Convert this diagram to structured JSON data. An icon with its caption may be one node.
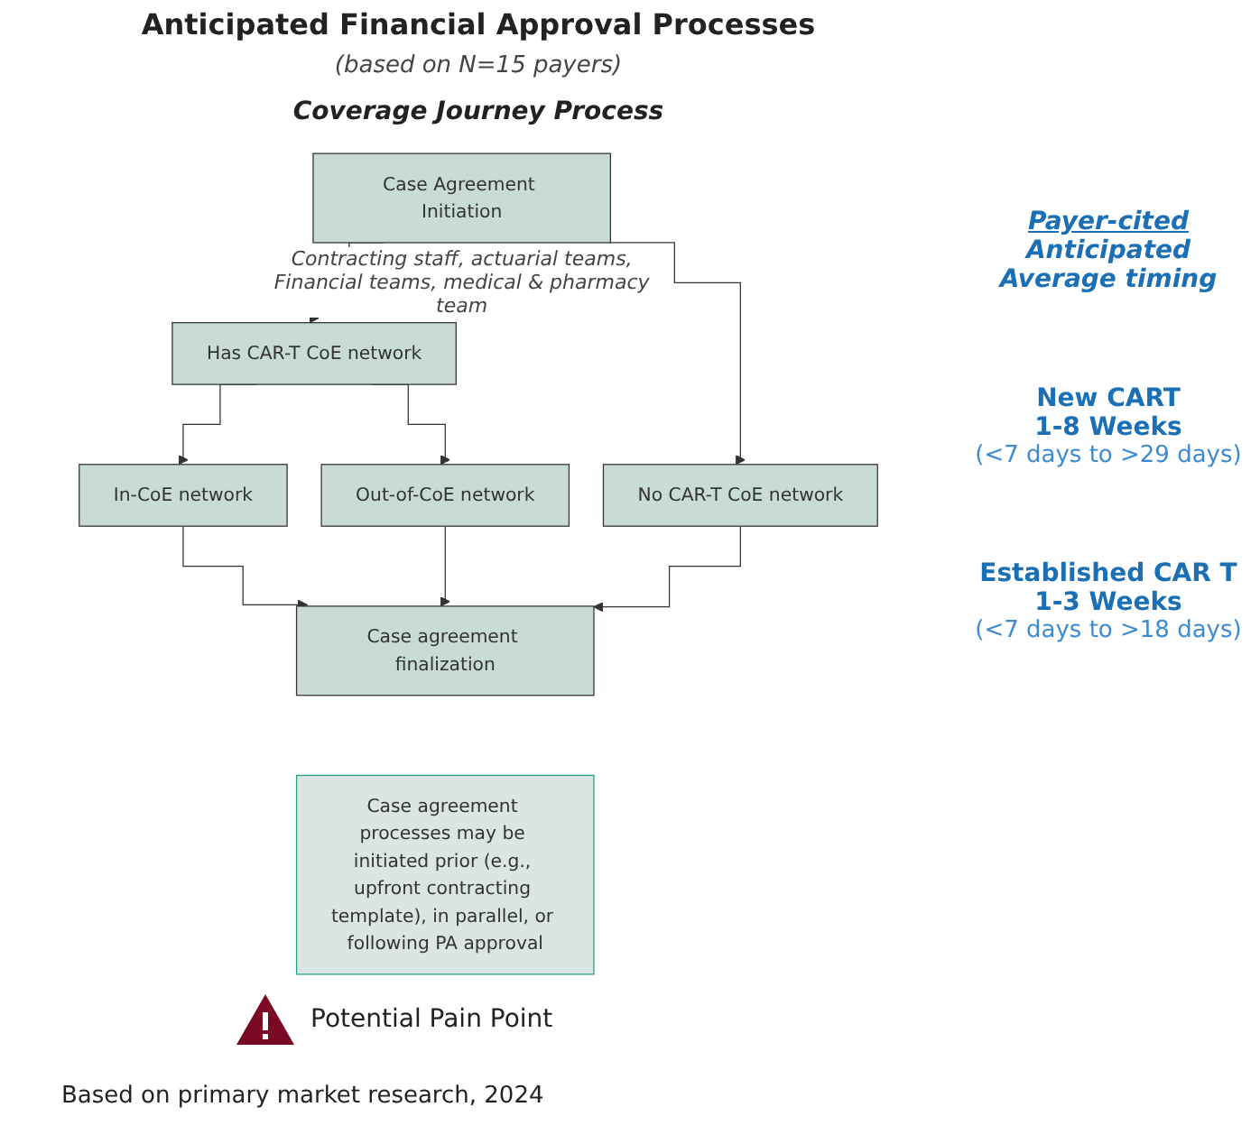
{
  "diagram": {
    "title": "Anticipated Financial Approval Processes",
    "nodes": [
      {
        "text": [
          "Case Agreement Initiation"
        ],
        "beside": [
          "Contracting staff, actuarial teams, Financial teams, medical & pharmacy team"
        ]
      },
      {
        "text": [
          "Has CAR-T CoE network"
        ]
      },
      {
        "text": [
          "No CAR-T CoE network"
        ]
      },
      {
        "text": [
          "In-CoE network"
        ]
      },
      {
        "text": [
          "Out-of-CoE network"
        ]
      },
      {
        "text": [
          "Case agreement finalization"
        ]
      },
      {
        "text": [
          "Case agreement processes may be initiated prior (e.g., upfront contracting template), in parallel, or following PA approval"
        ]
      }
    ],
    "edges": [
      {
        "from": 0,
        "to": 1,
        "arrow": "to"
      },
      {
        "from": 0,
        "to": 2,
        "arrow": "to"
      },
      {
        "from": 1,
        "to": 3,
        "arrow": "to"
      },
      {
        "from": 1,
        "to": 4,
        "arrow": "to"
      },
      {
        "from": 3,
        "to": 5,
        "arrow": "to"
      },
      {
        "from": 4,
        "to": 5,
        "arrow": "to"
      },
      {
        "from": 2,
        "to": 5,
        "arrow": "to"
      }
    ],
    "labels": [
      "(based on N=15 payers)",
      "Coverage Journey Process",
      "Payer-cited",
      "Anticipated",
      "Average timing",
      "New CART",
      "1-8 Weeks",
      "(<7 days to >29 days)",
      "Established CAR T",
      "1-3 Weeks",
      "(<7 days to >18 days)"
    ],
    "legend": [
      {
        "text": "Potential Pain Point"
      }
    ],
    "caption": "Based on primary market research, 2024"
  }
}
